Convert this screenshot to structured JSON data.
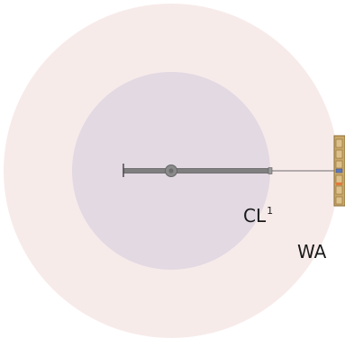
{
  "colors": {
    "background": "#ffffff",
    "warm_up_area": "#f7ebea",
    "cooldown_area": "#e2d9e2",
    "rod": "#7f7f7f",
    "rod_outline": "#5e5e5e",
    "pivot": "#8a8a8a",
    "tether": "#6e6e6e",
    "bracket_wood": "#c9a869",
    "bracket_outline": "#8c6d35",
    "bracket_indicator": "#5d77b8"
  },
  "labels": {
    "cooldown_zone": "CL",
    "cooldown_zone_superscript": "1",
    "warm_up_zone": "WA"
  },
  "icons": {
    "pivot": "pivot-circle-icon",
    "bracket": "wall-bracket-icon"
  }
}
